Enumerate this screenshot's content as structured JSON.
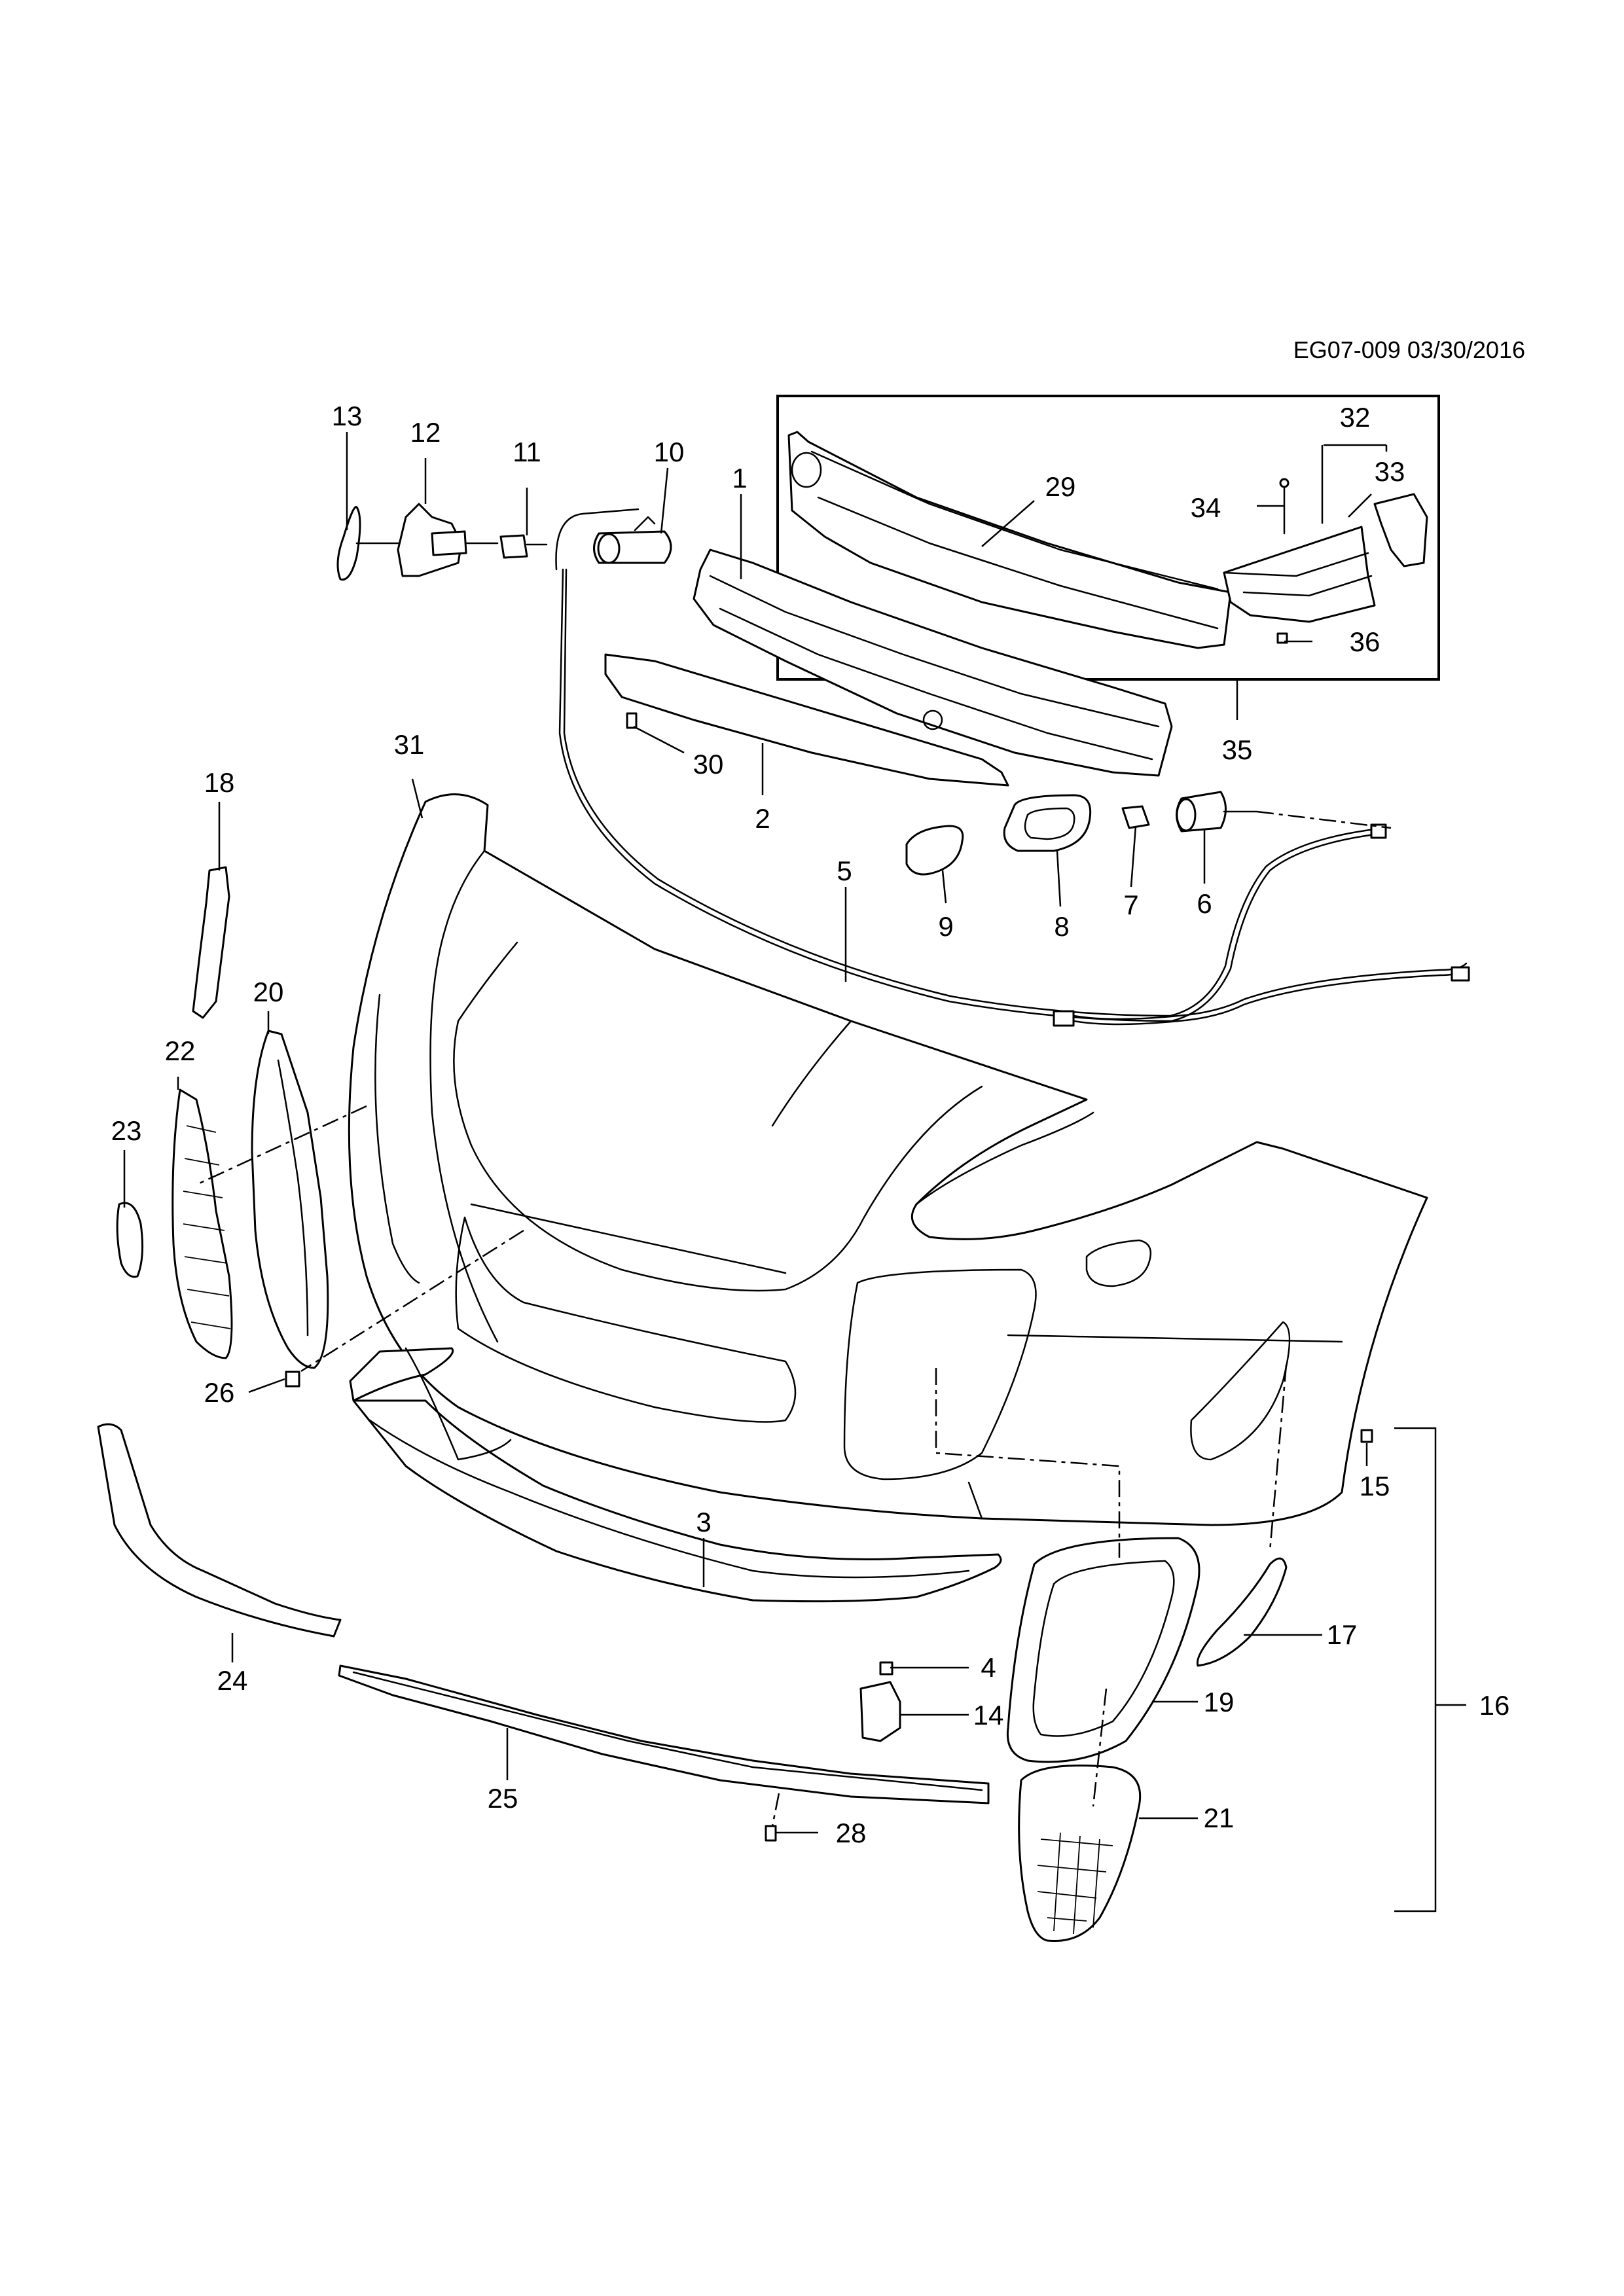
{
  "document": {
    "reference": "EG07-009 03/30/2016"
  },
  "callouts": {
    "c1": "1",
    "c2": "2",
    "c3": "3",
    "c4": "4",
    "c5": "5",
    "c6": "6",
    "c7": "7",
    "c8": "8",
    "c9": "9",
    "c10": "10",
    "c11": "11",
    "c12": "12",
    "c13": "13",
    "c14": "14",
    "c15": "15",
    "c16": "16",
    "c17": "17",
    "c18": "18",
    "c19": "19",
    "c20": "20",
    "c21": "21",
    "c22": "22",
    "c23": "23",
    "c24": "24",
    "c25": "25",
    "c26": "26",
    "c28": "28",
    "c29": "29",
    "c30": "30",
    "c31": "31",
    "c32": "32",
    "c33": "33",
    "c34": "34",
    "c35": "35",
    "c36": "36"
  }
}
